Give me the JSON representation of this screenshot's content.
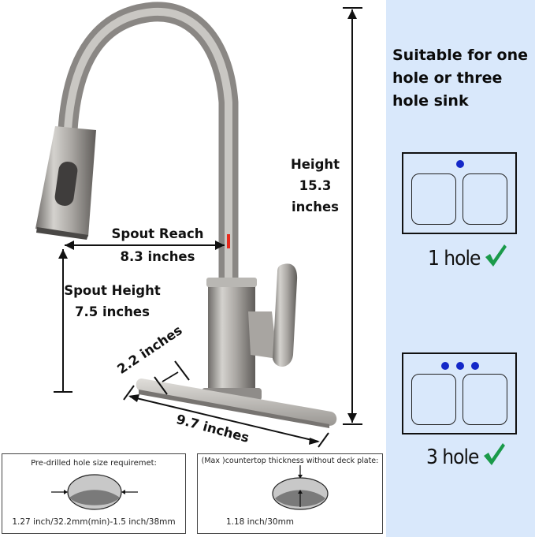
{
  "right_panel": {
    "title": "Suitable for one hole or three hole sink",
    "options": [
      {
        "label": "1 hole",
        "holes": 1,
        "check": "check-icon"
      },
      {
        "label": "3 hole",
        "holes": 3,
        "check": "check-icon"
      }
    ],
    "bg_color": "#d9e8fb",
    "hole_color": "#1428c8",
    "check_color": "#1a9a4a"
  },
  "dimensions": {
    "height_label": "Height",
    "height_value": "15.3",
    "height_unit": "inches",
    "spout_reach_label": "Spout Reach",
    "spout_reach_value": "8.3 inches",
    "spout_height_label": "Spout Height",
    "spout_height_value": "7.5 inches",
    "deck_depth": "2.2 inches",
    "deck_width": "9.7 inches"
  },
  "info_boxes": [
    {
      "title": "Pre-drilled hole size requiremet:",
      "value": "1.27 inch/32.2mm(min)-1.5 inch/38mm"
    },
    {
      "title": "(Max )countertop thickness without deck plate:",
      "value": "1.18 inch/30mm"
    }
  ]
}
